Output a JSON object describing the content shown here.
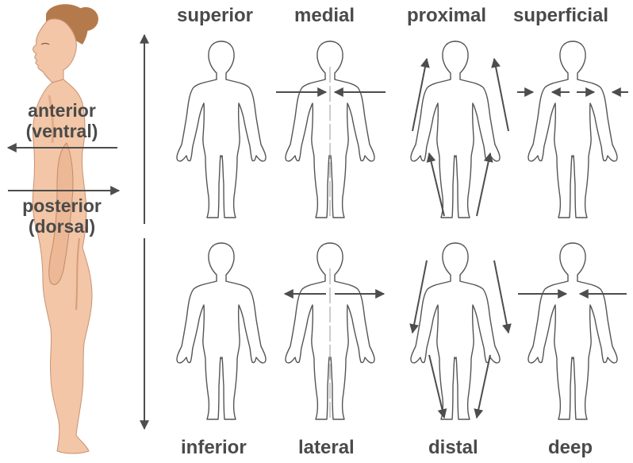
{
  "labels": {
    "superior": "superior",
    "medial": "medial",
    "proximal": "proximal",
    "superficial": "superficial",
    "inferior": "inferior",
    "lateral": "lateral",
    "distal": "distal",
    "deep": "deep",
    "anterior": "anterior",
    "ventral": "(ventral)",
    "posterior": "posterior",
    "dorsal": "(dorsal)"
  },
  "colors": {
    "text": "#4a4a4a",
    "arrow": "#4d4d4d",
    "outline": "#555555",
    "skin": "#f2c6a6",
    "skin_shadow": "#d79c7a",
    "hair": "#b57a4c"
  }
}
